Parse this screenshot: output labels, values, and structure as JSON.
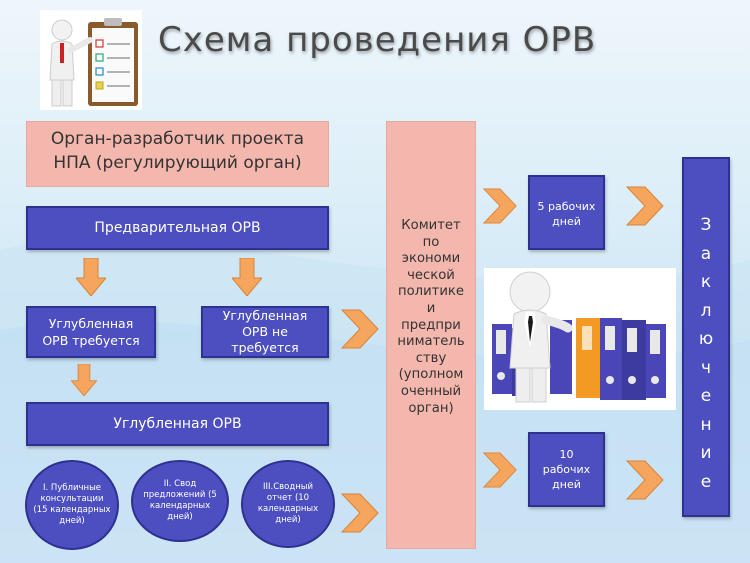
{
  "title": "Схема проведения ОРВ",
  "developer_box": "Орган-разработчик проекта НПА (регулирующий орган)",
  "preliminary": "Предварительная ОРВ",
  "in_depth_required": "Углубленная ОРВ требуется",
  "in_depth_not_required": "Углубленная ОРВ не требуется",
  "in_depth": "Углубленная ОРВ",
  "circles": [
    "I. Публичные консультации (15 календарных дней)",
    "II. Свод предложений (5 календарных дней)",
    "III.Сводный отчет (10 календарных дней)"
  ],
  "committee": "Комитет по экономической политике и предпринимательству (уполномоченный орган)",
  "committee_lines": [
    "Комитет",
    "по",
    "экономи",
    "ческой",
    "политике",
    "и",
    "предпри",
    "ниматель",
    "ству",
    "(уполном",
    "оченный",
    "орган)"
  ],
  "days_5": "5 рабочих дней",
  "days_10": "10 рабочих дней",
  "conclusion_letters": [
    "З",
    "а",
    "к",
    "л",
    "ю",
    "ч",
    "е",
    "н",
    "и",
    "е"
  ],
  "colors": {
    "blue_box": "#4d4fc0",
    "pink_box": "#f4b7ae",
    "arrow_orange": "#f6a55c"
  }
}
